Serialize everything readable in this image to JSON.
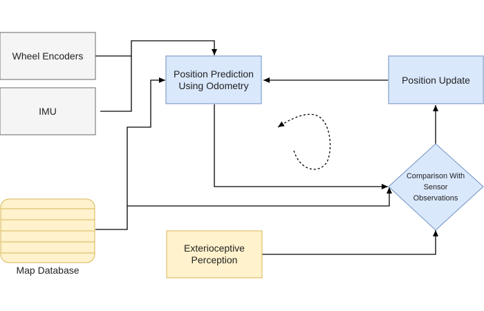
{
  "nodes": {
    "wheel_encoders": {
      "label": "Wheel Encoders"
    },
    "imu": {
      "label": "IMU"
    },
    "position_prediction": {
      "label": "Position Prediction Using Odometry"
    },
    "position_update": {
      "label": "Position Update"
    },
    "comparison": {
      "label": "Comparison With Sensor Observations"
    },
    "exterioceptive": {
      "label": "Exterioceptive Perception"
    },
    "map_database": {
      "label": "Map Database"
    }
  },
  "colors": {
    "gray_fill": "#f5f5f5",
    "gray_stroke": "#666666",
    "blue_fill": "#dae8fc",
    "blue_stroke": "#6c8ebf",
    "yellow_fill": "#fff2cc",
    "yellow_stroke": "#d6b656",
    "db_fill": "#fff2cc",
    "db_stroke": "#d6b656",
    "edge": "#000000"
  }
}
